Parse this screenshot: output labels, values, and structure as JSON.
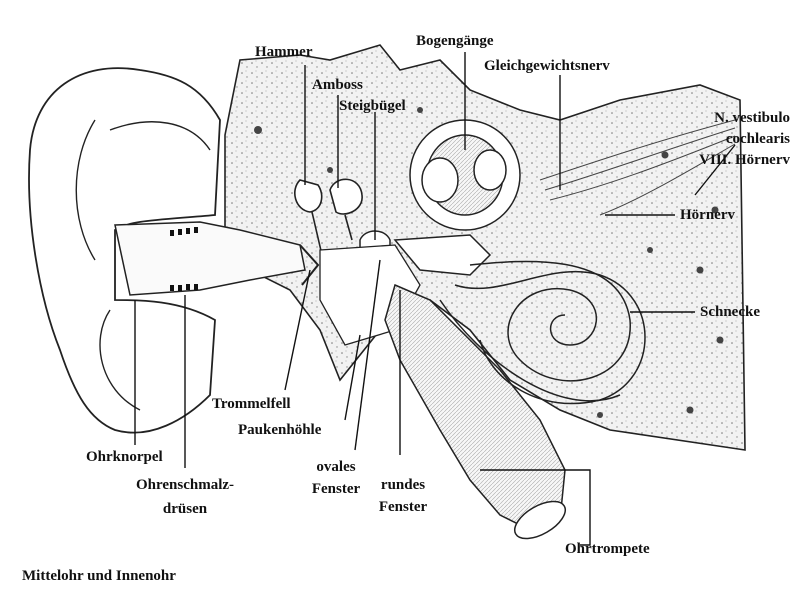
{
  "caption": "Mittelohr und Innenohr",
  "labels": {
    "hammer": "Hammer",
    "amboss": "Amboss",
    "steigbuegel": "Steigbügel",
    "bogengaenge": "Bogengänge",
    "gleichgewichtsnerv": "Gleichgewichtsnerv",
    "n_vestibulo_1": "N. vestibulo",
    "n_vestibulo_2": "cochlearis",
    "n_vestibulo_3": "VIII. Hörnerv",
    "hoernerv": "Hörnerv",
    "schnecke": "Schnecke",
    "trommelfell": "Trommelfell",
    "paukenhoehle": "Paukenhöhle",
    "ovales_1": "ovales",
    "ovales_2": "Fenster",
    "rundes_1": "rundes",
    "rundes_2": "Fenster",
    "ohrknorpel": "Ohrknorpel",
    "ohrenschmalz_1": "Ohrenschmalz-",
    "ohrenschmalz_2": "drüsen",
    "ohrtrompete": "Ohrtrompete"
  }
}
